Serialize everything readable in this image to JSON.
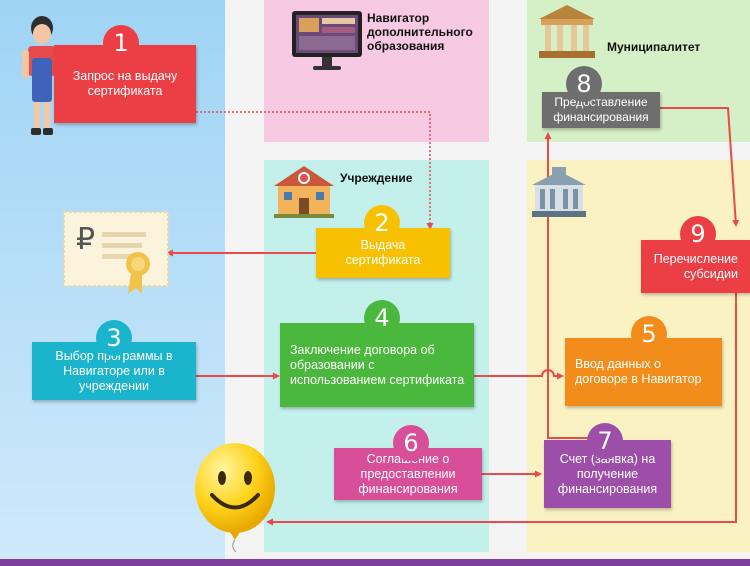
{
  "header": {
    "navigator_title": "Навигатор дополнительного образования",
    "institution_title": "Учреждение",
    "municipality_title": "Муниципалитет"
  },
  "steps": [
    {
      "num": "1",
      "text": "Запрос на выдачу сертификата"
    },
    {
      "num": "2",
      "text": "Выдача сертификата"
    },
    {
      "num": "3",
      "text": "Выбор программы в Навигаторе или в учреждении"
    },
    {
      "num": "4",
      "text": "Заключение договора об образовании с использованием сертификата"
    },
    {
      "num": "5",
      "text": "Ввод данных о договоре в Навигатор"
    },
    {
      "num": "6",
      "text": "Соглашение о предоставлении финансирования"
    },
    {
      "num": "7",
      "text": "Счет (заявка) на получение финансирования"
    },
    {
      "num": "8",
      "text": "Предоставление финансирования"
    },
    {
      "num": "9",
      "text": "Перечисление субсидии"
    }
  ],
  "certificate": {
    "symbol": "₽"
  },
  "colors": {
    "red": "#ec3f45",
    "yellow": "#f7c000",
    "cyan": "#1ab5cc",
    "green": "#4ab83c",
    "orange": "#f28c1a",
    "magenta": "#d94e98",
    "purple": "#9c4ea8",
    "gray": "#6e6e6e"
  }
}
